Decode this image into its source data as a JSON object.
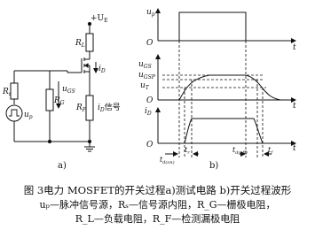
{
  "circuit": {
    "supply_label": "+U",
    "supply_sub": "E",
    "rl_label": "R",
    "rl_sub": "L",
    "rs_label": "R",
    "rs_sub": "s",
    "rg_label": "R",
    "rg_sub": "G",
    "rf_label": "R",
    "rf_sub": "F",
    "up_label": "u",
    "up_sub": "p",
    "ugs_label": "u",
    "ugs_sub": "GS",
    "id_label": "i",
    "id_sub": "D",
    "id_signal_label": "i",
    "id_signal_sub": "D",
    "id_signal_suffix": "信号",
    "panel_label": "a)"
  },
  "waveforms": {
    "up_label": "u",
    "up_sub": "p",
    "ugs_label": "u",
    "ugs_sub": "GS",
    "ugsp_label": "u",
    "ugsp_sub": "GSP",
    "ut_label": "u",
    "ut_sub": "T",
    "id_label": "i",
    "id_sub": "D",
    "t_label": "t",
    "td_on_label": "t",
    "td_on_sub": "d(on)",
    "tr_label": "t",
    "tr_sub": "r",
    "td_off_label": "t",
    "td_off_sub": "d(off)",
    "tf_label": "t",
    "tf_sub": "f",
    "zero_label": "O",
    "panel_label": "b)"
  },
  "caption": {
    "line1": "图 3电力 MOSFET的开关过程a)测试电路 b)开关过程波形",
    "line2": "uₚ—脉冲信号源，Rₛ—信号源内阻，R_G—栅极电阻，",
    "line3": "R_L—负载电阻，R_F—检测漏极电阻"
  }
}
